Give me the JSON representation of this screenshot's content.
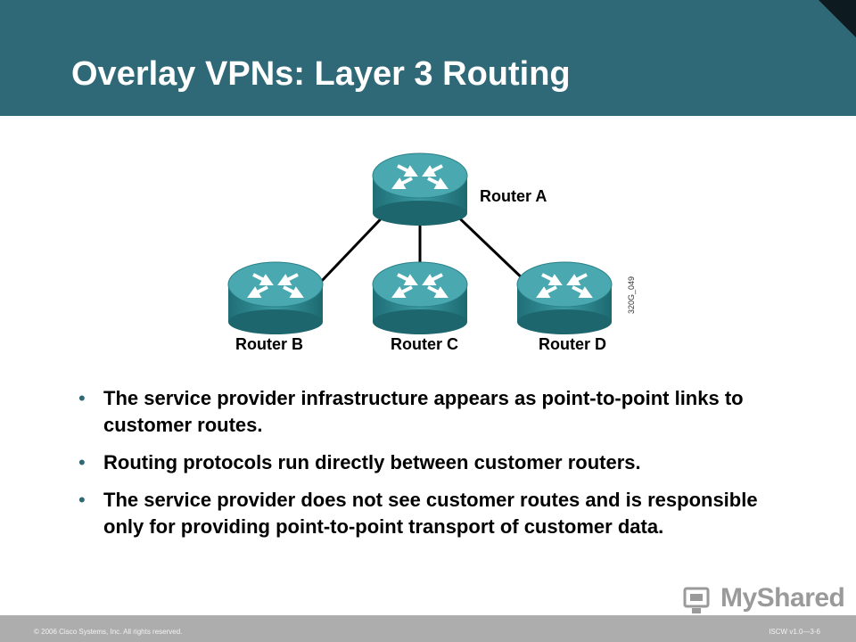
{
  "slide": {
    "title": "Overlay VPNs: Layer 3 Routing"
  },
  "diagram": {
    "routers": [
      {
        "label": "Router A"
      },
      {
        "label": "Router B"
      },
      {
        "label": "Router C"
      },
      {
        "label": "Router D"
      }
    ],
    "figure_code": "320G_049"
  },
  "bullets": [
    "The service provider infrastructure appears as point-to-point links to customer routes.",
    "Routing protocols run directly between customer routers.",
    "The service provider does not see customer routes and is responsible only for providing point-to-point transport of customer data."
  ],
  "footer": {
    "copyright": "© 2006 Cisco Systems, Inc. All rights reserved.",
    "course": "ISCW v1.0—3-6"
  },
  "watermark": {
    "text": "MyShared"
  },
  "colors": {
    "header": "#2f6876",
    "router_body": "#2f8a92",
    "router_top": "#4aa9b0"
  }
}
